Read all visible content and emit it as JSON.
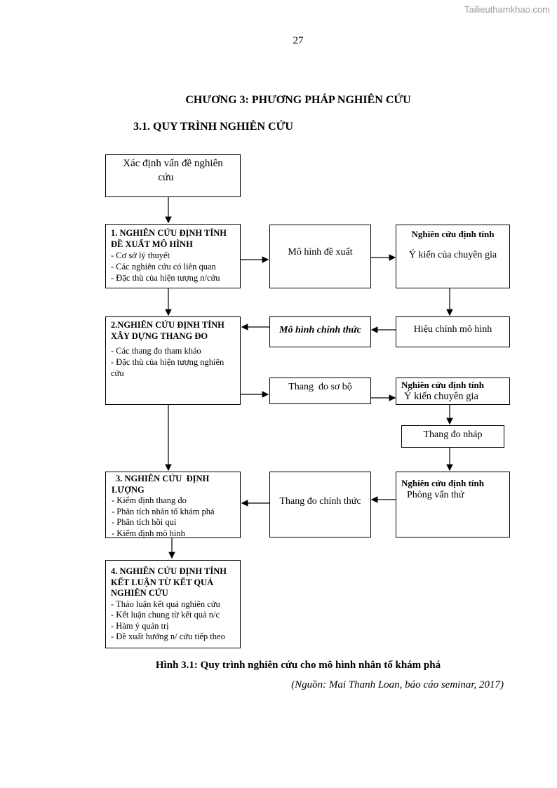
{
  "watermark": "Tailieuthamkhao.com",
  "page_number": "27",
  "chapter_title": "CHƯƠNG 3: PHƯƠNG PHÁP NGHIÊN CỨU",
  "section_title": "3.1. QUY TRÌNH NGHIÊN CỨU",
  "diagram": {
    "define_problem": {
      "line1": "Xác định vấn đề nghiên",
      "line2": "cứu"
    },
    "step1": {
      "title1": "1. NGHIÊN CỨU ĐỊNH TÍNH",
      "title2": "ĐỀ XUẤT MÔ HÌNH",
      "items": [
        "- Cơ sở lý thuyết",
        "- Các nghiên cứu có liên quan",
        "- Đặc thù của hiện tượng n/cứu"
      ]
    },
    "proposed_model": "Mô hình đề xuất",
    "qual_expert": {
      "title": "Nghiên cứu định tính",
      "text": "Ý kiến của chuyên gia"
    },
    "step2": {
      "title1": "2.NGHIÊN CỨU ĐỊNH TÍNH",
      "title2": "XÂY DỰNG THANG ĐO",
      "items": [
        "- Các thang đo tham khảo",
        "- Đặc thù của hiện tượng nghiên",
        "cứu"
      ]
    },
    "official_model": "Mô hình chính thức",
    "model_revision": "Hiệu chỉnh mô hình",
    "preliminary_scale": "Thang  đo sơ bộ",
    "qual_expert2": {
      "title": "Nghiên cứu định tính",
      "text": "Ý kiến chuyên gia"
    },
    "draft_scale": "Thang đo nháp",
    "step3": {
      "title1": "3. NGHIÊN CỨU  ĐỊNH",
      "title2": "LƯỢNG",
      "items": [
        "- Kiểm định thang đo",
        "- Phân tích nhân tố khám phá",
        "- Phân tích hồi qui",
        "- Kiểm định mô hình"
      ]
    },
    "official_scale": "Thang đo chính thức",
    "qual_pilot": {
      "title": "Nghiên cứu định tính",
      "text": "Phỏng vấn thử"
    },
    "step4": {
      "title1": "4. NGHIÊN CỨU ĐỊNH TÍNH",
      "title2": "KẾT LUẬN TỪ KẾT QUẢ",
      "title3": "NGHIÊN CỨU",
      "items": [
        "- Thảo luận kết quả nghiên cứu",
        "- Kết luận chung từ kết quả  n/c",
        "- Hàm ý quản trị",
        "- Đề xuất hướng n/ cứu tiếp theo"
      ]
    }
  },
  "caption": "Hình 3.1: Quy trình nghiên cứu cho mô hình nhân tố khám phá",
  "source": "(Nguồn: Mai Thanh Loan, báo cáo seminar, 2017)"
}
